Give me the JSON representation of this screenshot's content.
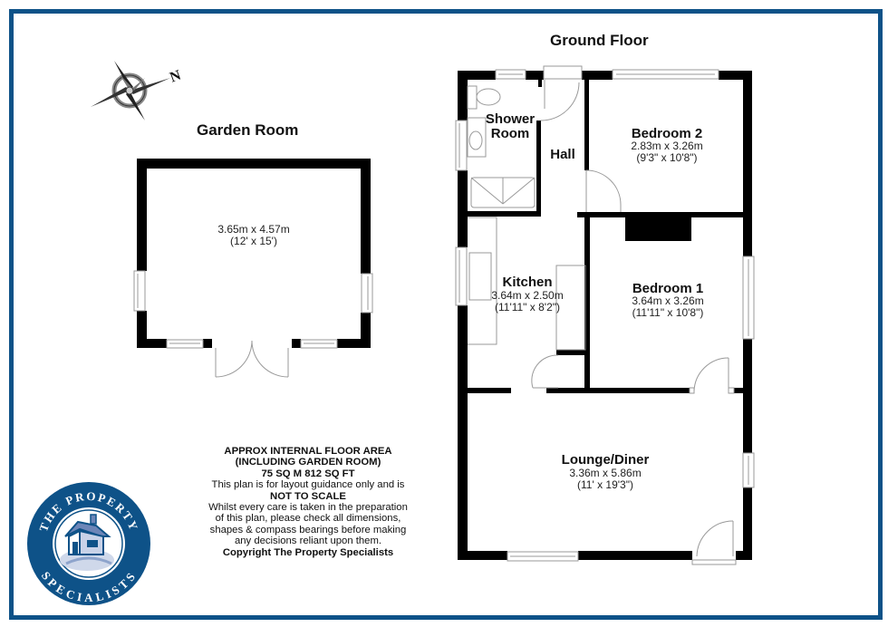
{
  "border_color": "#0e5288",
  "compass": {
    "label": "N",
    "icon": "compass-rose-icon"
  },
  "garden_room": {
    "title": "Garden Room",
    "dimensions_m": "3.65m x 4.57m",
    "dimensions_ft": "(12' x 15')"
  },
  "ground_floor": {
    "title": "Ground Floor",
    "rooms": {
      "shower_room": {
        "name_line1": "Shower",
        "name_line2": "Room"
      },
      "hall": {
        "name": "Hall"
      },
      "bedroom2": {
        "name": "Bedroom 2",
        "dimensions_m": "2.83m x 3.26m",
        "dimensions_ft": "(9'3\" x 10'8\")"
      },
      "kitchen": {
        "name": "Kitchen",
        "dimensions_m": "3.64m x 2.50m",
        "dimensions_ft": "(11'11\" x 8'2\")"
      },
      "bedroom1": {
        "name": "Bedroom 1",
        "dimensions_m": "3.64m x 3.26m",
        "dimensions_ft": "(11'11\" x 10'8\")"
      },
      "lounge_diner": {
        "name": "Lounge/Diner",
        "dimensions_m": "3.36m x 5.86m",
        "dimensions_ft": "(11' x 19'3\")"
      }
    }
  },
  "notes": {
    "line1": "APPROX INTERNAL FLOOR AREA",
    "line2": "(INCLUDING GARDEN ROOM)",
    "line3": "75 SQ M 812 SQ FT",
    "line4": "This plan is for layout guidance only and is",
    "line5": "NOT TO SCALE",
    "line6": "Whilst every care is taken in the preparation",
    "line7": "of this plan, please check all dimensions,",
    "line8": "shapes & compass bearings before making",
    "line9": "any decisions reliant upon them.",
    "line10": "Copyright The Property Specialists"
  },
  "logo": {
    "text_top": "THE PROPERTY",
    "text_bottom": "SPECIALISTS",
    "color": "#0e5288"
  }
}
